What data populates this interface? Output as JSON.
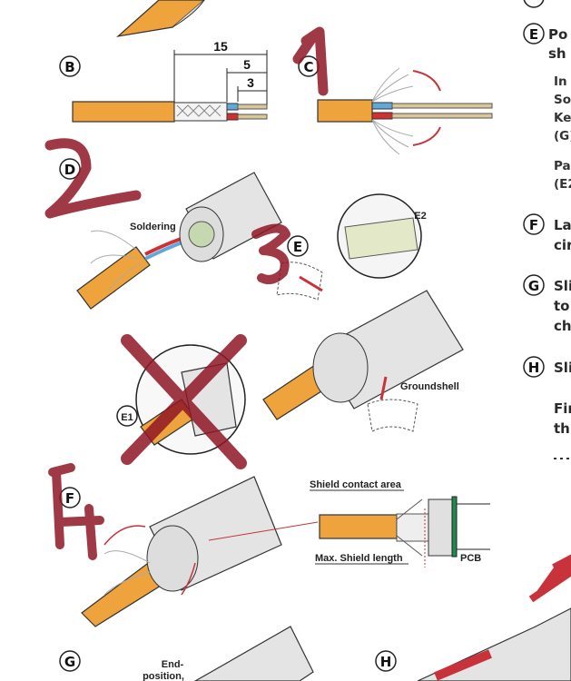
{
  "steps": {
    "B": {
      "label": "B",
      "dims": [
        "15",
        "5",
        "3"
      ]
    },
    "C": {
      "label": "C"
    },
    "D": {
      "label": "D",
      "callout": "Soldering"
    },
    "E": {
      "label": "E",
      "callout": "Groundshell"
    },
    "E1": {
      "label": "E1"
    },
    "E2": {
      "label": "E2"
    },
    "F": {
      "label": "F",
      "callouts": [
        "Shield contact area",
        "Max. Shield length",
        "PCB"
      ]
    },
    "G": {
      "label": "G",
      "callout": [
        "End-",
        "position,"
      ]
    },
    "H": {
      "label": "H"
    }
  },
  "right_column": [
    {
      "label": "E",
      "lines": [
        "Po",
        "sh"
      ]
    },
    {
      "note": [
        "In",
        "So",
        "Ke",
        "(G)"
      ]
    },
    {
      "note": [
        "Pa",
        "(E2"
      ]
    },
    {
      "label": "F",
      "lines": [
        "La",
        "cir"
      ]
    },
    {
      "label": "G",
      "lines": [
        "Sli",
        "to",
        "ch"
      ]
    },
    {
      "label": "H",
      "lines": [
        "Sli"
      ]
    },
    {
      "note": [
        "Fir",
        "th"
      ]
    }
  ],
  "annotations": [
    "1",
    "2",
    "3",
    "4"
  ],
  "colors": {
    "cable": "#eea33c",
    "ink": "#8e1624",
    "pcb": "#1f8a4c",
    "arrow": "#c8323a"
  }
}
